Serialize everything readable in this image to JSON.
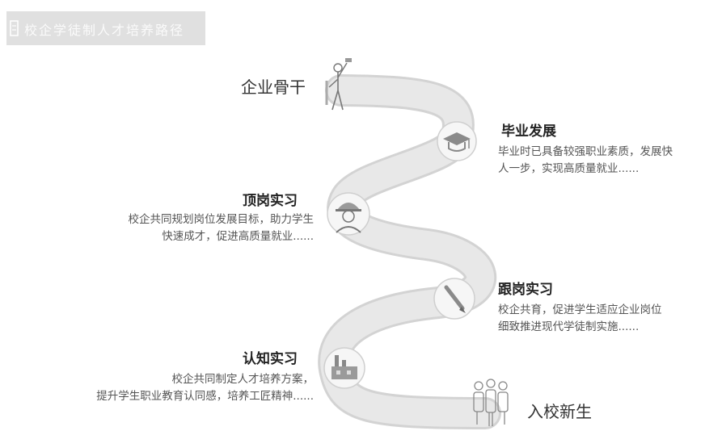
{
  "banner": {
    "title": "校企学徒制人才培养路径"
  },
  "path_stages": [
    {
      "id": "top",
      "label": "企业骨干"
    },
    {
      "id": "graduation",
      "title": "毕业发展",
      "lines": [
        "毕业时已具备较强职业素质，发展快",
        "人一步，实现高质量就业......"
      ]
    },
    {
      "id": "dingang",
      "title": "顶岗实习",
      "lines": [
        "校企共同规划岗位发展目标，助力学生",
        "快速成才，促进高质量就业......"
      ]
    },
    {
      "id": "gengang",
      "title": "跟岗实习",
      "lines": [
        "校企共育，促进学生适应企业岗位",
        "细致推进现代学徒制实施......"
      ]
    },
    {
      "id": "renzhi",
      "title": "认知实习",
      "lines": [
        "校企共同制定人才培养方案，",
        "提升学生职业教育认同感，培养工匠精神......"
      ]
    },
    {
      "id": "start",
      "label": "入校新生"
    }
  ],
  "icons": [
    "banner-icon",
    "worker-icon",
    "graduation-cap-icon",
    "helmet-worker-icon",
    "pencil-icon",
    "factory-icon",
    "students-icon"
  ],
  "colors": {
    "road": "#e4e4e4",
    "road_edge": "#d3d3d3",
    "text_dark": "#222222",
    "text_body": "#555555"
  }
}
